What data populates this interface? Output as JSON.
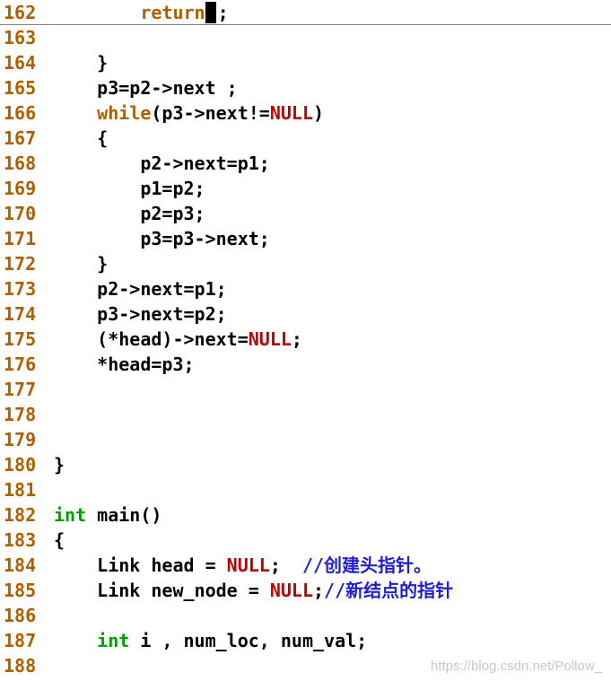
{
  "editor": {
    "colors": {
      "line_number": "#af5f00",
      "keyword": "#af5f00",
      "null_constant": "#c00000",
      "type": "#00a000",
      "comment": "#1f1fcf",
      "text": "#000000",
      "background": "#ffffff"
    },
    "lines": [
      {
        "num": "162",
        "current": true,
        "segments": [
          {
            "t": "        "
          },
          {
            "t": "return",
            "c": "kw"
          },
          {
            "cursor": true
          },
          {
            "t": ";"
          }
        ]
      },
      {
        "num": "163",
        "segments": []
      },
      {
        "num": "164",
        "segments": [
          {
            "t": "    }"
          }
        ]
      },
      {
        "num": "165",
        "segments": [
          {
            "t": "    p3=p2->next ;"
          }
        ]
      },
      {
        "num": "166",
        "segments": [
          {
            "t": "    "
          },
          {
            "t": "while",
            "c": "kw"
          },
          {
            "t": "(p3->next!="
          },
          {
            "t": "NULL",
            "c": "null"
          },
          {
            "t": ")"
          }
        ]
      },
      {
        "num": "167",
        "segments": [
          {
            "t": "    {"
          }
        ]
      },
      {
        "num": "168",
        "segments": [
          {
            "t": "        p2->next=p1;"
          }
        ]
      },
      {
        "num": "169",
        "segments": [
          {
            "t": "        p1=p2;"
          }
        ]
      },
      {
        "num": "170",
        "segments": [
          {
            "t": "        p2=p3;"
          }
        ]
      },
      {
        "num": "171",
        "segments": [
          {
            "t": "        p3=p3->next;"
          }
        ]
      },
      {
        "num": "172",
        "segments": [
          {
            "t": "    }"
          }
        ]
      },
      {
        "num": "173",
        "segments": [
          {
            "t": "    p2->next=p1;"
          }
        ]
      },
      {
        "num": "174",
        "segments": [
          {
            "t": "    p3->next=p2;"
          }
        ]
      },
      {
        "num": "175",
        "segments": [
          {
            "t": "    (*head)->next="
          },
          {
            "t": "NULL",
            "c": "null"
          },
          {
            "t": ";"
          }
        ]
      },
      {
        "num": "176",
        "segments": [
          {
            "t": "    *head=p3;"
          }
        ]
      },
      {
        "num": "177",
        "segments": []
      },
      {
        "num": "178",
        "segments": []
      },
      {
        "num": "179",
        "segments": []
      },
      {
        "num": "180",
        "segments": [
          {
            "t": "}"
          }
        ]
      },
      {
        "num": "181",
        "segments": []
      },
      {
        "num": "182",
        "segments": [
          {
            "t": "int",
            "c": "type"
          },
          {
            "t": " main()"
          }
        ]
      },
      {
        "num": "183",
        "segments": [
          {
            "t": "{"
          }
        ]
      },
      {
        "num": "184",
        "segments": [
          {
            "t": "    Link head = "
          },
          {
            "t": "NULL",
            "c": "null"
          },
          {
            "t": ";  "
          },
          {
            "t": "//创建头指针。",
            "c": "comment"
          }
        ]
      },
      {
        "num": "185",
        "segments": [
          {
            "t": "    Link new_node = "
          },
          {
            "t": "NULL",
            "c": "null"
          },
          {
            "t": ";"
          },
          {
            "t": "//新结点的指针",
            "c": "comment"
          }
        ]
      },
      {
        "num": "186",
        "segments": []
      },
      {
        "num": "187",
        "segments": [
          {
            "t": "    "
          },
          {
            "t": "int",
            "c": "type"
          },
          {
            "t": " i , num_loc, num_val;"
          }
        ]
      },
      {
        "num": "188",
        "segments": []
      }
    ]
  },
  "watermark": {
    "text": "https://blog.csdn.net/Pollow_"
  }
}
